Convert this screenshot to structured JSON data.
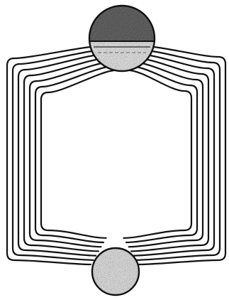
{
  "figure": {
    "kind": "diagram",
    "background_color": "#ffffff",
    "line_color": "#111111",
    "elements": {
      "top_sphere": {
        "name": "top-sphere",
        "fill": "stipple-dark-upper-light-lower",
        "description_visible_text": null
      },
      "bottom_sphere": {
        "name": "bottom-sphere",
        "fill": "stipple-light"
      },
      "field_lines": {
        "left_count": 7,
        "right_count": 7,
        "color": "#111111"
      }
    }
  }
}
